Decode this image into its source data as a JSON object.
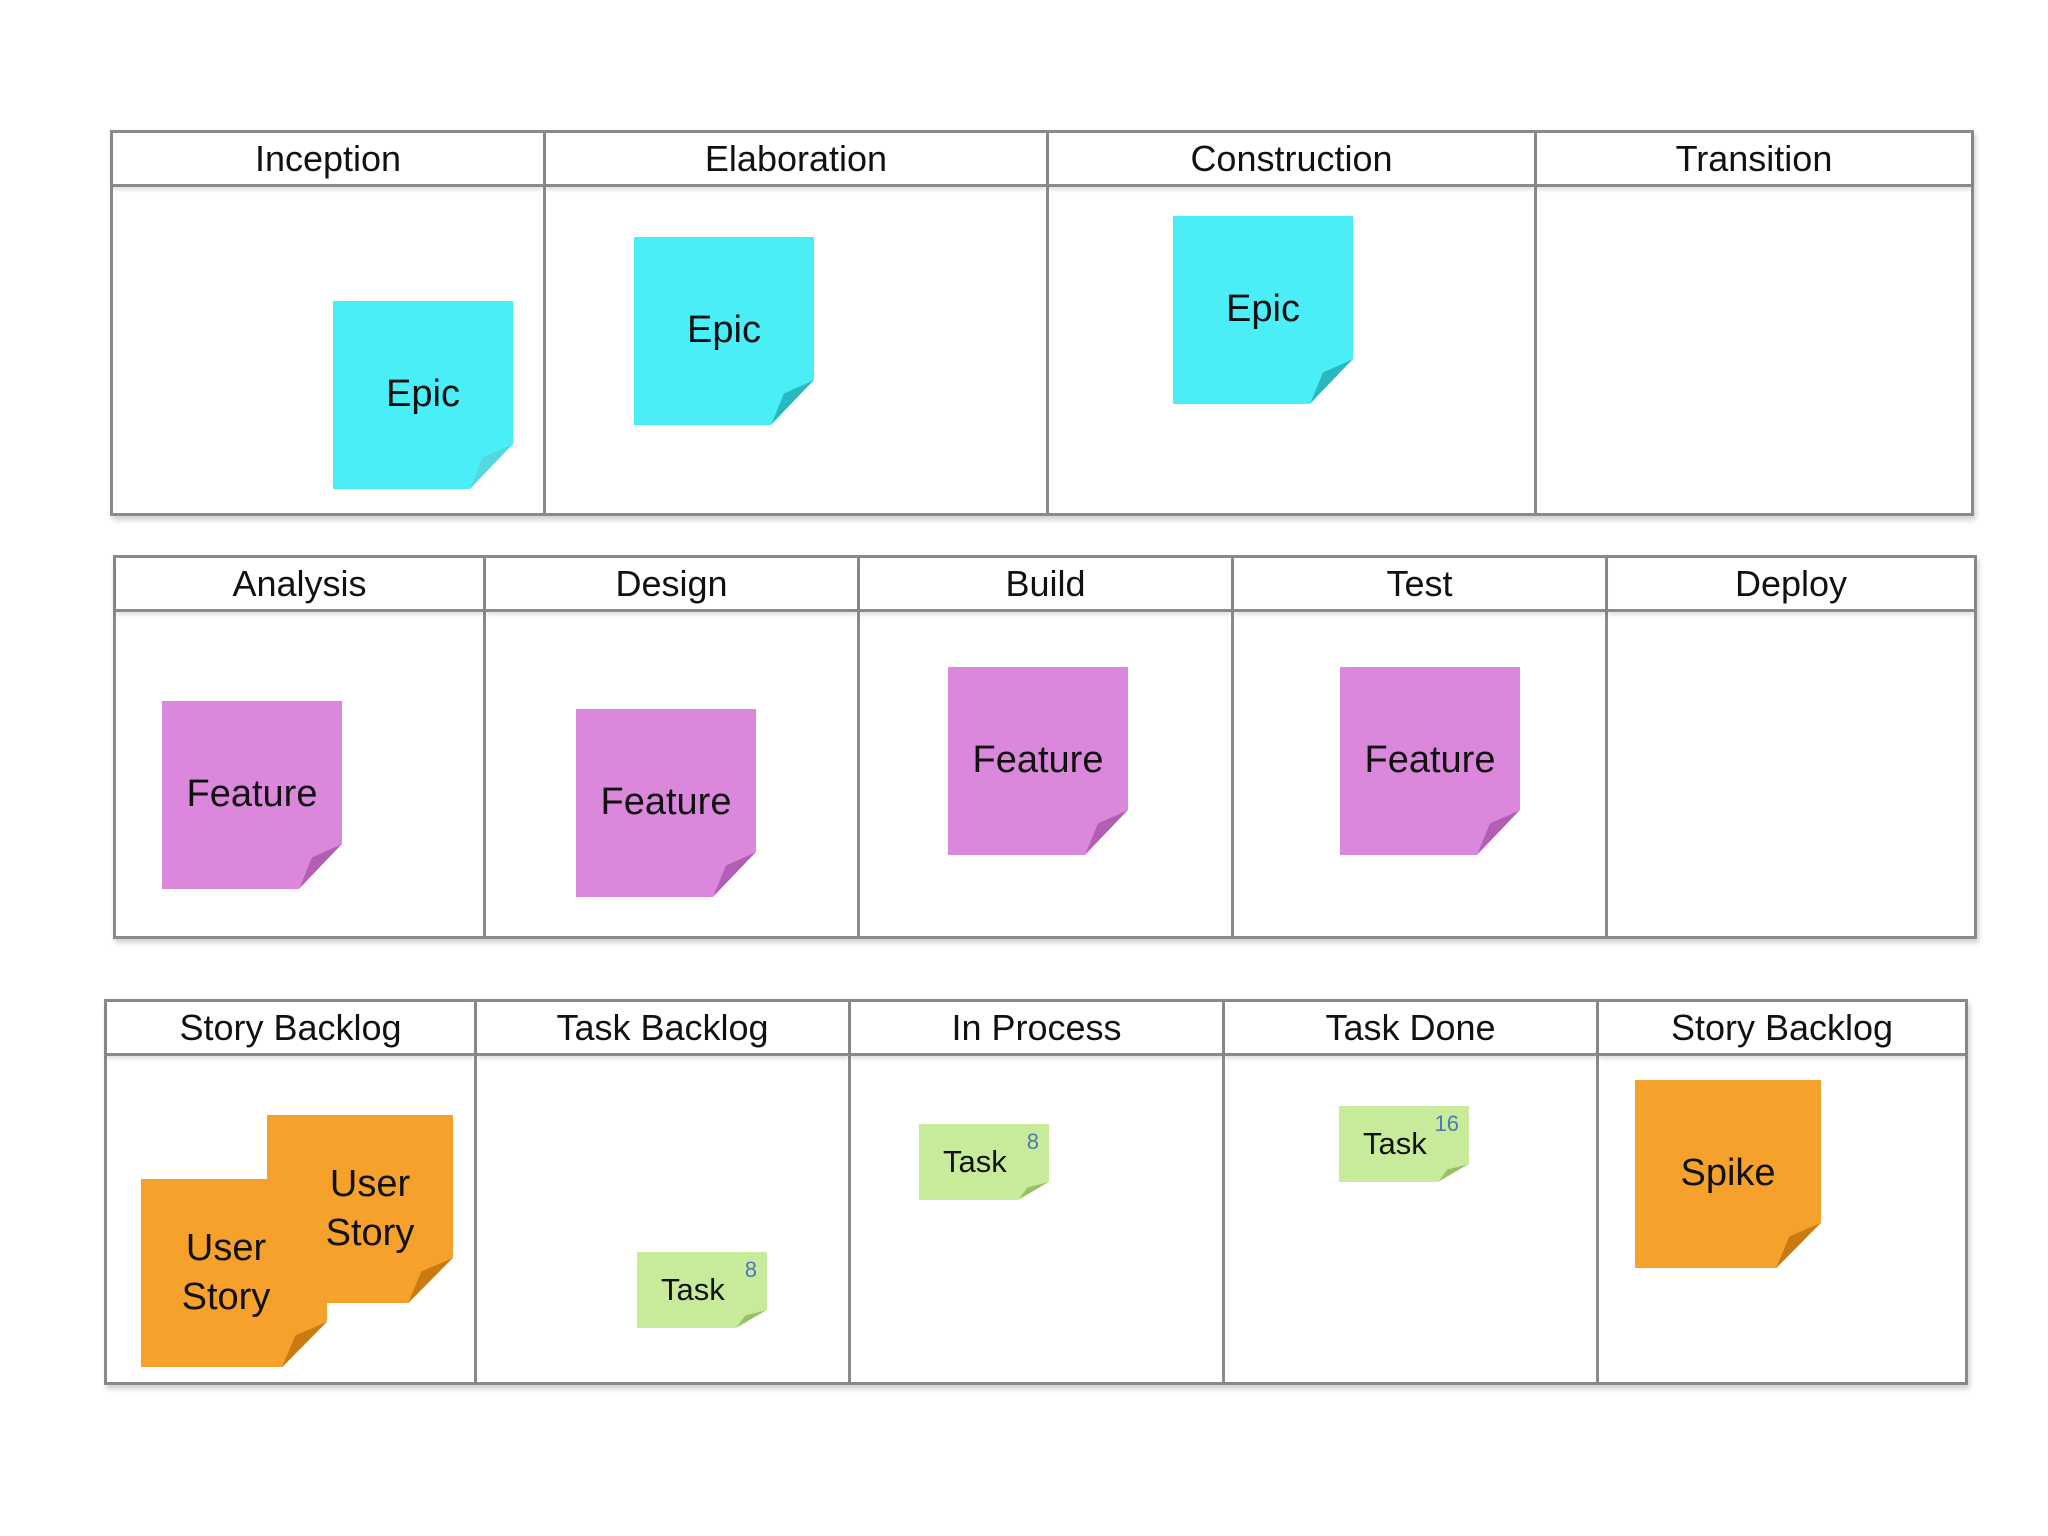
{
  "boards": {
    "portfolio": {
      "columns": [
        "Inception",
        "Elaboration",
        "Construction",
        "Transition"
      ]
    },
    "program": {
      "columns": [
        "Analysis",
        "Design",
        "Build",
        "Test",
        "Deploy"
      ]
    },
    "team": {
      "columns": [
        "Story Backlog",
        "Task Backlog",
        "In Process",
        "Task Done",
        "Story Backlog"
      ]
    }
  },
  "notes": {
    "epic_inception": "Epic",
    "epic_elaboration": "Epic",
    "epic_construction": "Epic",
    "feature_analysis": "Feature",
    "feature_design": "Feature",
    "feature_build": "Feature",
    "feature_test": "Feature",
    "story_back_line1": "User",
    "story_back_line2": "Story",
    "story_front_line1": "User",
    "story_front_line2": "Story",
    "task_backlog": {
      "label": "Task",
      "points": "8"
    },
    "task_in_process": {
      "label": "Task",
      "points": "8"
    },
    "task_done": {
      "label": "Task",
      "points": "16"
    },
    "spike": "Spike"
  },
  "colors": {
    "epic": "#4aeef6",
    "feature": "#da87dc",
    "story": "#f5a12c",
    "task": "#c8eb9b",
    "points": "#4a7bb6",
    "border": "#8a8a8a"
  }
}
